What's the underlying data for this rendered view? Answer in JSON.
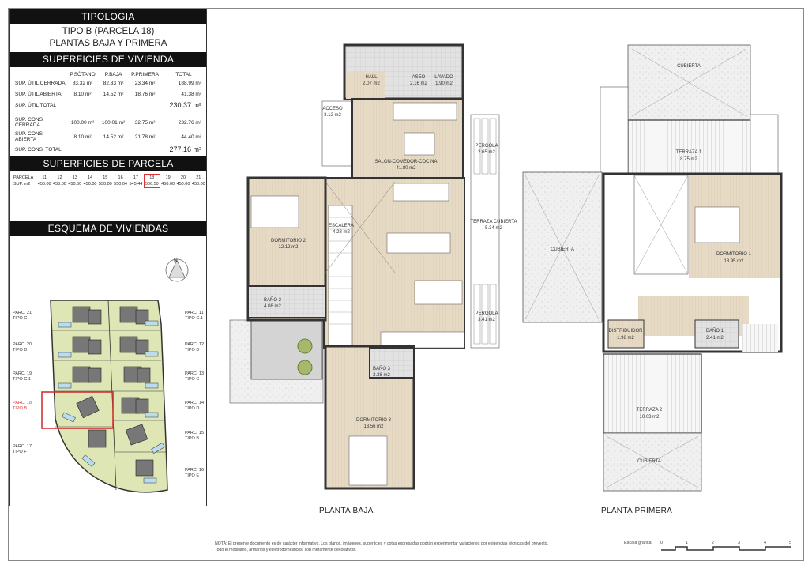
{
  "tipologia": {
    "header": "TIPOLOGIA",
    "type_line": "TIPO B (PARCELA 18)",
    "floors_line": "PLANTAS BAJA Y PRIMERA"
  },
  "superficies_vivienda": {
    "header": "SUPERFICIES DE VIVIENDA",
    "columns": [
      "P.SÓTANO",
      "P.BAJA",
      "P.PRIMERA",
      "TOTAL"
    ],
    "rows": [
      {
        "label": "SUP. ÚTIL CERRADA",
        "sotano": "83.32 m²",
        "baja": "82.33 m²",
        "primera": "23.34 m²",
        "total": "188.99 m²"
      },
      {
        "label": "SUP. ÚTIL ABIERTA",
        "sotano": "8.10 m²",
        "baja": "14.52 m²",
        "primera": "18.76 m²",
        "total": "41.38 m²"
      },
      {
        "label": "SUP. ÚTIL TOTAL",
        "total": "230.37 m²"
      },
      {
        "label": "SUP. CONS. CERRADA",
        "sotano": "100.00 m²",
        "baja": "100.01 m²",
        "primera": "32.75 m²",
        "total": "232.76 m²"
      },
      {
        "label": "SUP. CONS. ABIERTA",
        "sotano": "8.10 m²",
        "baja": "14.52 m²",
        "primera": "21.78 m²",
        "total": "44.40 m²"
      },
      {
        "label": "SUP. CONS. TOTAL",
        "total": "277.16 m²"
      }
    ]
  },
  "superficies_parcela": {
    "header": "SUPERFICIES DE PARCELA",
    "row_label_parcela": "PARCELA",
    "row_label_sup": "SUP. m2",
    "parcelas": [
      "11",
      "12",
      "13",
      "14",
      "15",
      "16",
      "17",
      "18",
      "19",
      "20",
      "21"
    ],
    "superficies": [
      "450.00",
      "450.00",
      "450.00",
      "450.00",
      "550.00",
      "550.04",
      "545.44",
      "506.50",
      "450.00",
      "450.00",
      "450.00"
    ],
    "highlighted": "18",
    "highlight_color": "#d33333"
  },
  "esquema": {
    "header": "ESQUEMA DE VIVIENDAS",
    "north_label": "N",
    "left_plots": [
      {
        "name": "PARC. 21",
        "type": "TIPO C"
      },
      {
        "name": "PARC. 20",
        "type": "TIPO D"
      },
      {
        "name": "PARC. 19",
        "type": "TIPO C.1"
      },
      {
        "name": "PARC. 18",
        "type": "TIPO B",
        "selected": true
      },
      {
        "name": "PARC. 17",
        "type": "TIPO F"
      }
    ],
    "right_plots": [
      {
        "name": "PARC. 11",
        "type": "TIPO C.1"
      },
      {
        "name": "PARC. 12",
        "type": "TIPO D"
      },
      {
        "name": "PARC. 13",
        "type": "TIPO C"
      },
      {
        "name": "PARC. 14",
        "type": "TIPO D"
      },
      {
        "name": "PARC. 15",
        "type": "TIPO B"
      },
      {
        "name": "PARC. 16",
        "type": "TIPO E"
      }
    ],
    "colors": {
      "green": "#dde6b4",
      "building": "#777777",
      "pool": "#b9dcee",
      "selection": "#d33333"
    }
  },
  "planta_baja": {
    "label": "PLANTA BAJA",
    "rooms": [
      {
        "name": "HALL",
        "area": "2.07 m2"
      },
      {
        "name": "ASEO",
        "area": "2.16 m2"
      },
      {
        "name": "LAVADO",
        "area": "1.90 m2"
      },
      {
        "name": "ACCESO",
        "area": "3.12 m2"
      },
      {
        "name": "SALON-COMEDOR-COCINA",
        "area": "41.80 m2"
      },
      {
        "name": "PERGOLA",
        "area": "2.65 m2"
      },
      {
        "name": "DORMITORIO 2",
        "area": "12.12 m2"
      },
      {
        "name": "ESCALERA",
        "area": "4.28 m2"
      },
      {
        "name": "TERRAZA CUBIERTA",
        "area": "5.34 m2"
      },
      {
        "name": "BAÑO 2",
        "area": "4.08 m2"
      },
      {
        "name": "PERGOLA",
        "area": "3.41 m2"
      },
      {
        "name": "BAÑO 3",
        "area": "2.38 m2"
      },
      {
        "name": "DORMITORIO 3",
        "area": "13.56 m2"
      }
    ]
  },
  "planta_primera": {
    "label": "PLANTA PRIMERA",
    "rooms": [
      {
        "name": "CUBIERTA",
        "area": ""
      },
      {
        "name": "TERRAZA 1",
        "area": "8.75 m2"
      },
      {
        "name": "CUBIERTA",
        "area": ""
      },
      {
        "name": "DORMITORIO 1",
        "area": "18.95 m2"
      },
      {
        "name": "DISTRIBUIDOR",
        "area": "1.98 m2"
      },
      {
        "name": "BAÑO 1",
        "area": "2.41 m2"
      },
      {
        "name": "TERRAZA 2",
        "area": "10.03 m2"
      },
      {
        "name": "CUBIERTA",
        "area": ""
      }
    ]
  },
  "colors": {
    "floor_wood": "#e6dac4",
    "wall": "#333333",
    "tile": "#d9d9d9",
    "roof": "#ececec",
    "header_bg": "#111111"
  },
  "footer": {
    "note_line1": "NOTA: El presente documento es de carácter informativo. Los planos, imágenes, superficies y cotas expresadas podrán experimentar variaciones por exigencias técnicas del proyecto.",
    "note_line2": "Todo el mobiliario, armarios y electrodomésticos, son meramente decorativos.",
    "scale_label": "Escala gráfica",
    "scale_ticks": [
      "0",
      "1",
      "2",
      "3",
      "4",
      "5"
    ]
  }
}
